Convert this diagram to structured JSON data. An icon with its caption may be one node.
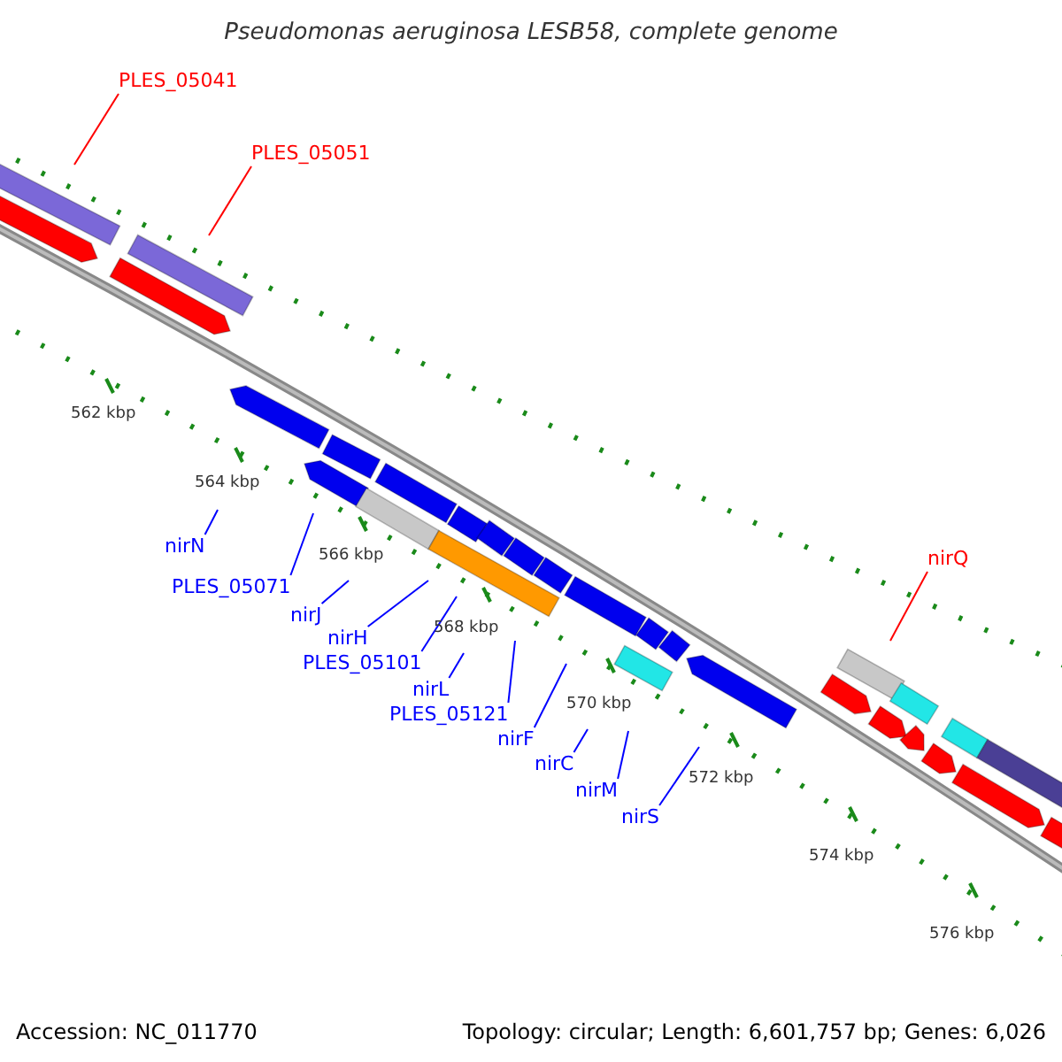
{
  "diagram": {
    "title": "Pseudomonas aeruginosa LESB58, complete genome",
    "nodes": [
      {
        "text": [
          "PLES_05041"
        ]
      },
      {
        "text": [
          "PLES_05051"
        ]
      },
      {
        "text": [
          "nirN"
        ]
      },
      {
        "text": [
          "PLES_05071"
        ]
      },
      {
        "text": [
          "nirJ"
        ]
      },
      {
        "text": [
          "nirH"
        ]
      },
      {
        "text": [
          "PLES_05101"
        ]
      },
      {
        "text": [
          "nirL"
        ]
      },
      {
        "text": [
          "PLES_05121"
        ]
      },
      {
        "text": [
          "nirF"
        ]
      },
      {
        "text": [
          "nirC"
        ]
      },
      {
        "text": [
          "nirM"
        ]
      },
      {
        "text": [
          "nirS"
        ]
      },
      {
        "text": [
          "nirQ"
        ]
      }
    ],
    "edges": [
      {
        "from": 0,
        "to": null,
        "arrow": "none",
        "color": "#ff0000"
      },
      {
        "from": 1,
        "to": null,
        "arrow": "none",
        "color": "#ff0000"
      },
      {
        "from": 2,
        "to": null,
        "arrow": "none"
      },
      {
        "from": 3,
        "to": null,
        "arrow": "none"
      },
      {
        "from": 4,
        "to": null,
        "arrow": "none"
      },
      {
        "from": 5,
        "to": null,
        "arrow": "none"
      },
      {
        "from": 6,
        "to": null,
        "arrow": "none"
      },
      {
        "from": 7,
        "to": null,
        "arrow": "none"
      },
      {
        "from": 8,
        "to": null,
        "arrow": "none"
      },
      {
        "from": 9,
        "to": null,
        "arrow": "none"
      },
      {
        "from": 10,
        "to": null,
        "arrow": "none"
      },
      {
        "from": 11,
        "to": null,
        "arrow": "none"
      },
      {
        "from": 12,
        "to": null,
        "arrow": "none"
      },
      {
        "from": 13,
        "to": null,
        "arrow": "none",
        "color": "#ff0000"
      }
    ],
    "labels": [
      "562 kbp",
      "564 kbp",
      "566 kbp",
      "568 kbp",
      "570 kbp",
      "572 kbp",
      "574 kbp",
      "576 kbp",
      "Accession: NC_011770",
      "Topology: circular; Length: 6,601,757 bp; Genes: 6,026"
    ]
  }
}
